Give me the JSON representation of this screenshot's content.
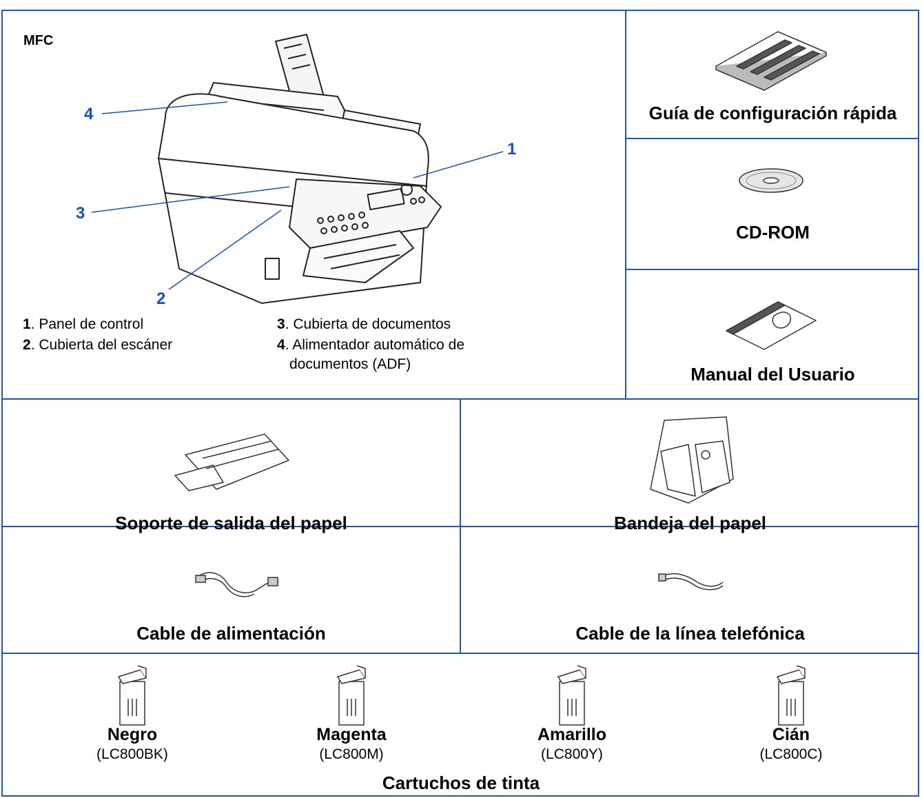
{
  "mfc": {
    "title": "MFC",
    "callouts": [
      "1",
      "2",
      "3",
      "4"
    ],
    "legend": [
      {
        "num": "1",
        "text": ". Panel de control"
      },
      {
        "num": "2",
        "text": ". Cubierta del escáner"
      },
      {
        "num": "3",
        "text": ". Cubierta de documentos"
      },
      {
        "num": "4",
        "text": ". Alimentador automático de",
        "text2": "documentos (ADF)"
      }
    ]
  },
  "items": {
    "quick_setup_guide": "Guía de configuración rápida",
    "cd_rom": "CD-ROM",
    "user_manual": "Manual del Usuario",
    "output_support": "Soporte de salida del papel",
    "paper_tray": "Bandeja del papel",
    "power_cable": "Cable de alimentación",
    "phone_cable": "Cable de la línea telefónica"
  },
  "cartridges": {
    "title": "Cartuchos de tinta",
    "list": [
      {
        "name": "Negro",
        "code": "(LC800BK)"
      },
      {
        "name": "Magenta",
        "code": "(LC800M)"
      },
      {
        "name": "Amarillo",
        "code": "(LC800Y)"
      },
      {
        "name": "Cián",
        "code": "(LC800C)"
      }
    ]
  },
  "colors": {
    "border": "#1f57b5",
    "callout": "#1a4fbf"
  }
}
